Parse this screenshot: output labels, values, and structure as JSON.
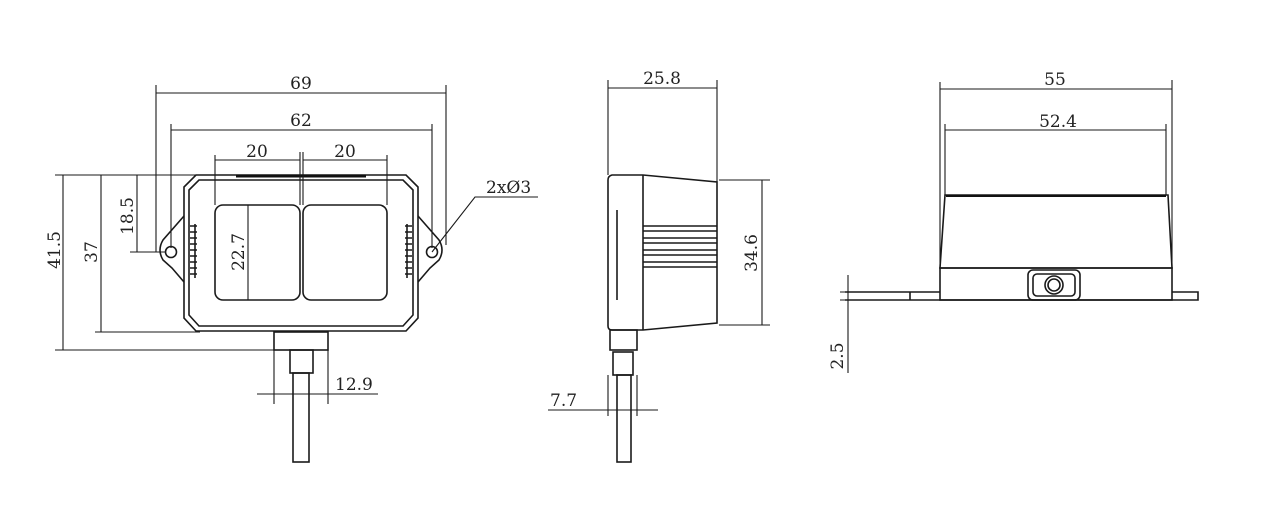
{
  "drawing": {
    "front_view": {
      "overall_width": "69",
      "hole_spacing": "62",
      "window_left_width": "20",
      "window_right_width": "20",
      "hole_callout": "2xØ3",
      "overall_height": "41.5",
      "body_height": "37",
      "hole_height": "18.5",
      "window_height": "22.7",
      "connector_width": "12.9"
    },
    "side_view": {
      "depth": "25.8",
      "body_height": "34.6",
      "cable_width": "7.7"
    },
    "top_view": {
      "overall_width": "55",
      "body_width": "52.4",
      "flange_thickness": "2.5"
    }
  }
}
